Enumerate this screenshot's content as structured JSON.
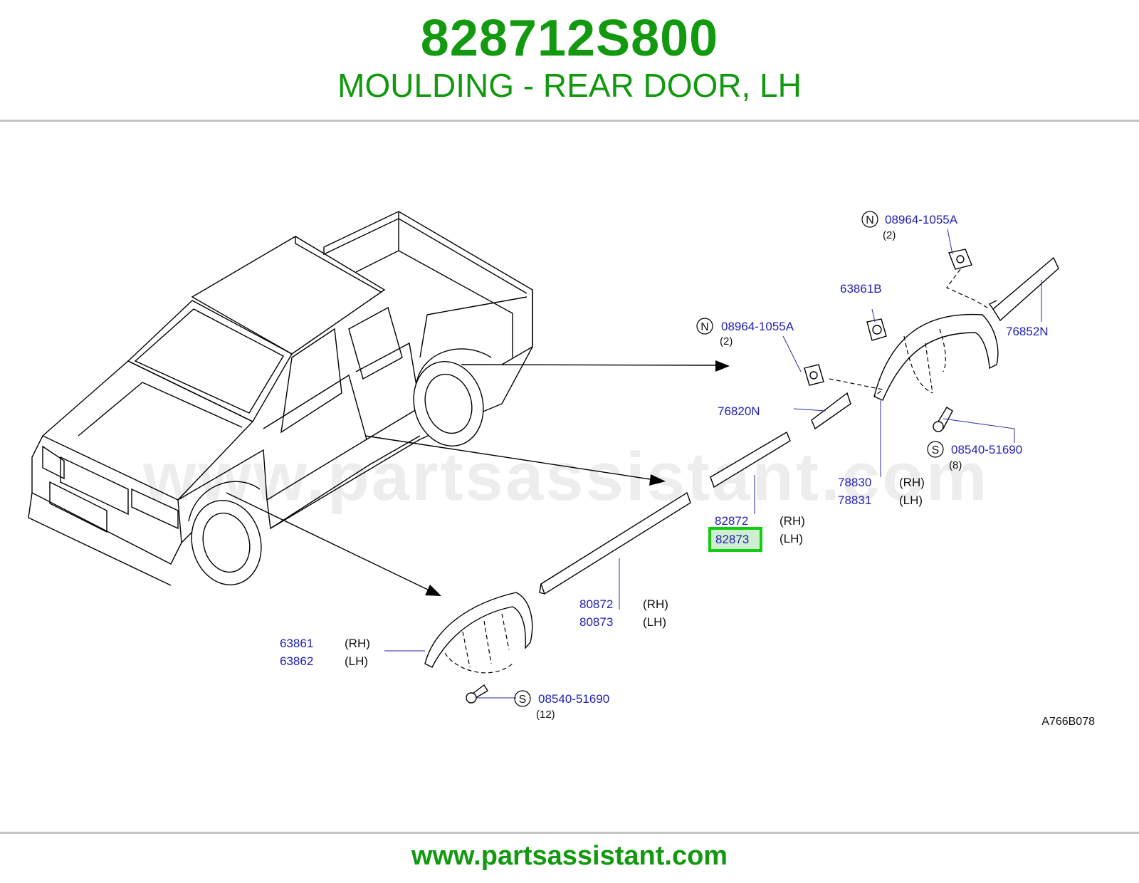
{
  "header": {
    "part_number": "828712S800",
    "description": "MOULDING - REAR DOOR, LH"
  },
  "watermark": "www.partsassistant.com",
  "footer": {
    "url": "www.partsassistant.com"
  },
  "diagram": {
    "ref_code": "A766B078",
    "highlight_color": "#12cc12",
    "callouts": {
      "n_fastener_top": {
        "badge": "N",
        "part": "08964-1055A",
        "qty": "(2)"
      },
      "p63861b": {
        "part": "63861B"
      },
      "p76852n": {
        "part": "76852N"
      },
      "n_fastener_mid": {
        "badge": "N",
        "part": "08964-1055A",
        "qty": "(2)"
      },
      "p76820n": {
        "part": "76820N"
      },
      "s_screw_right": {
        "badge": "S",
        "part": "08540-51690",
        "qty": "(8)"
      },
      "p78830": {
        "part": "78830",
        "side": "(RH)"
      },
      "p78831": {
        "part": "78831",
        "side": "(LH)"
      },
      "p82872": {
        "part": "82872",
        "side": "(RH)"
      },
      "p82873": {
        "part": "82873",
        "side": "(LH)",
        "highlighted": true
      },
      "p80872": {
        "part": "80872",
        "side": "(RH)"
      },
      "p80873": {
        "part": "80873",
        "side": "(LH)"
      },
      "p63861": {
        "part": "63861",
        "side": "(RH)"
      },
      "p63862": {
        "part": "63862",
        "side": "(LH)"
      },
      "s_screw_left": {
        "badge": "S",
        "part": "08540-51690",
        "qty": "(12)"
      }
    }
  }
}
